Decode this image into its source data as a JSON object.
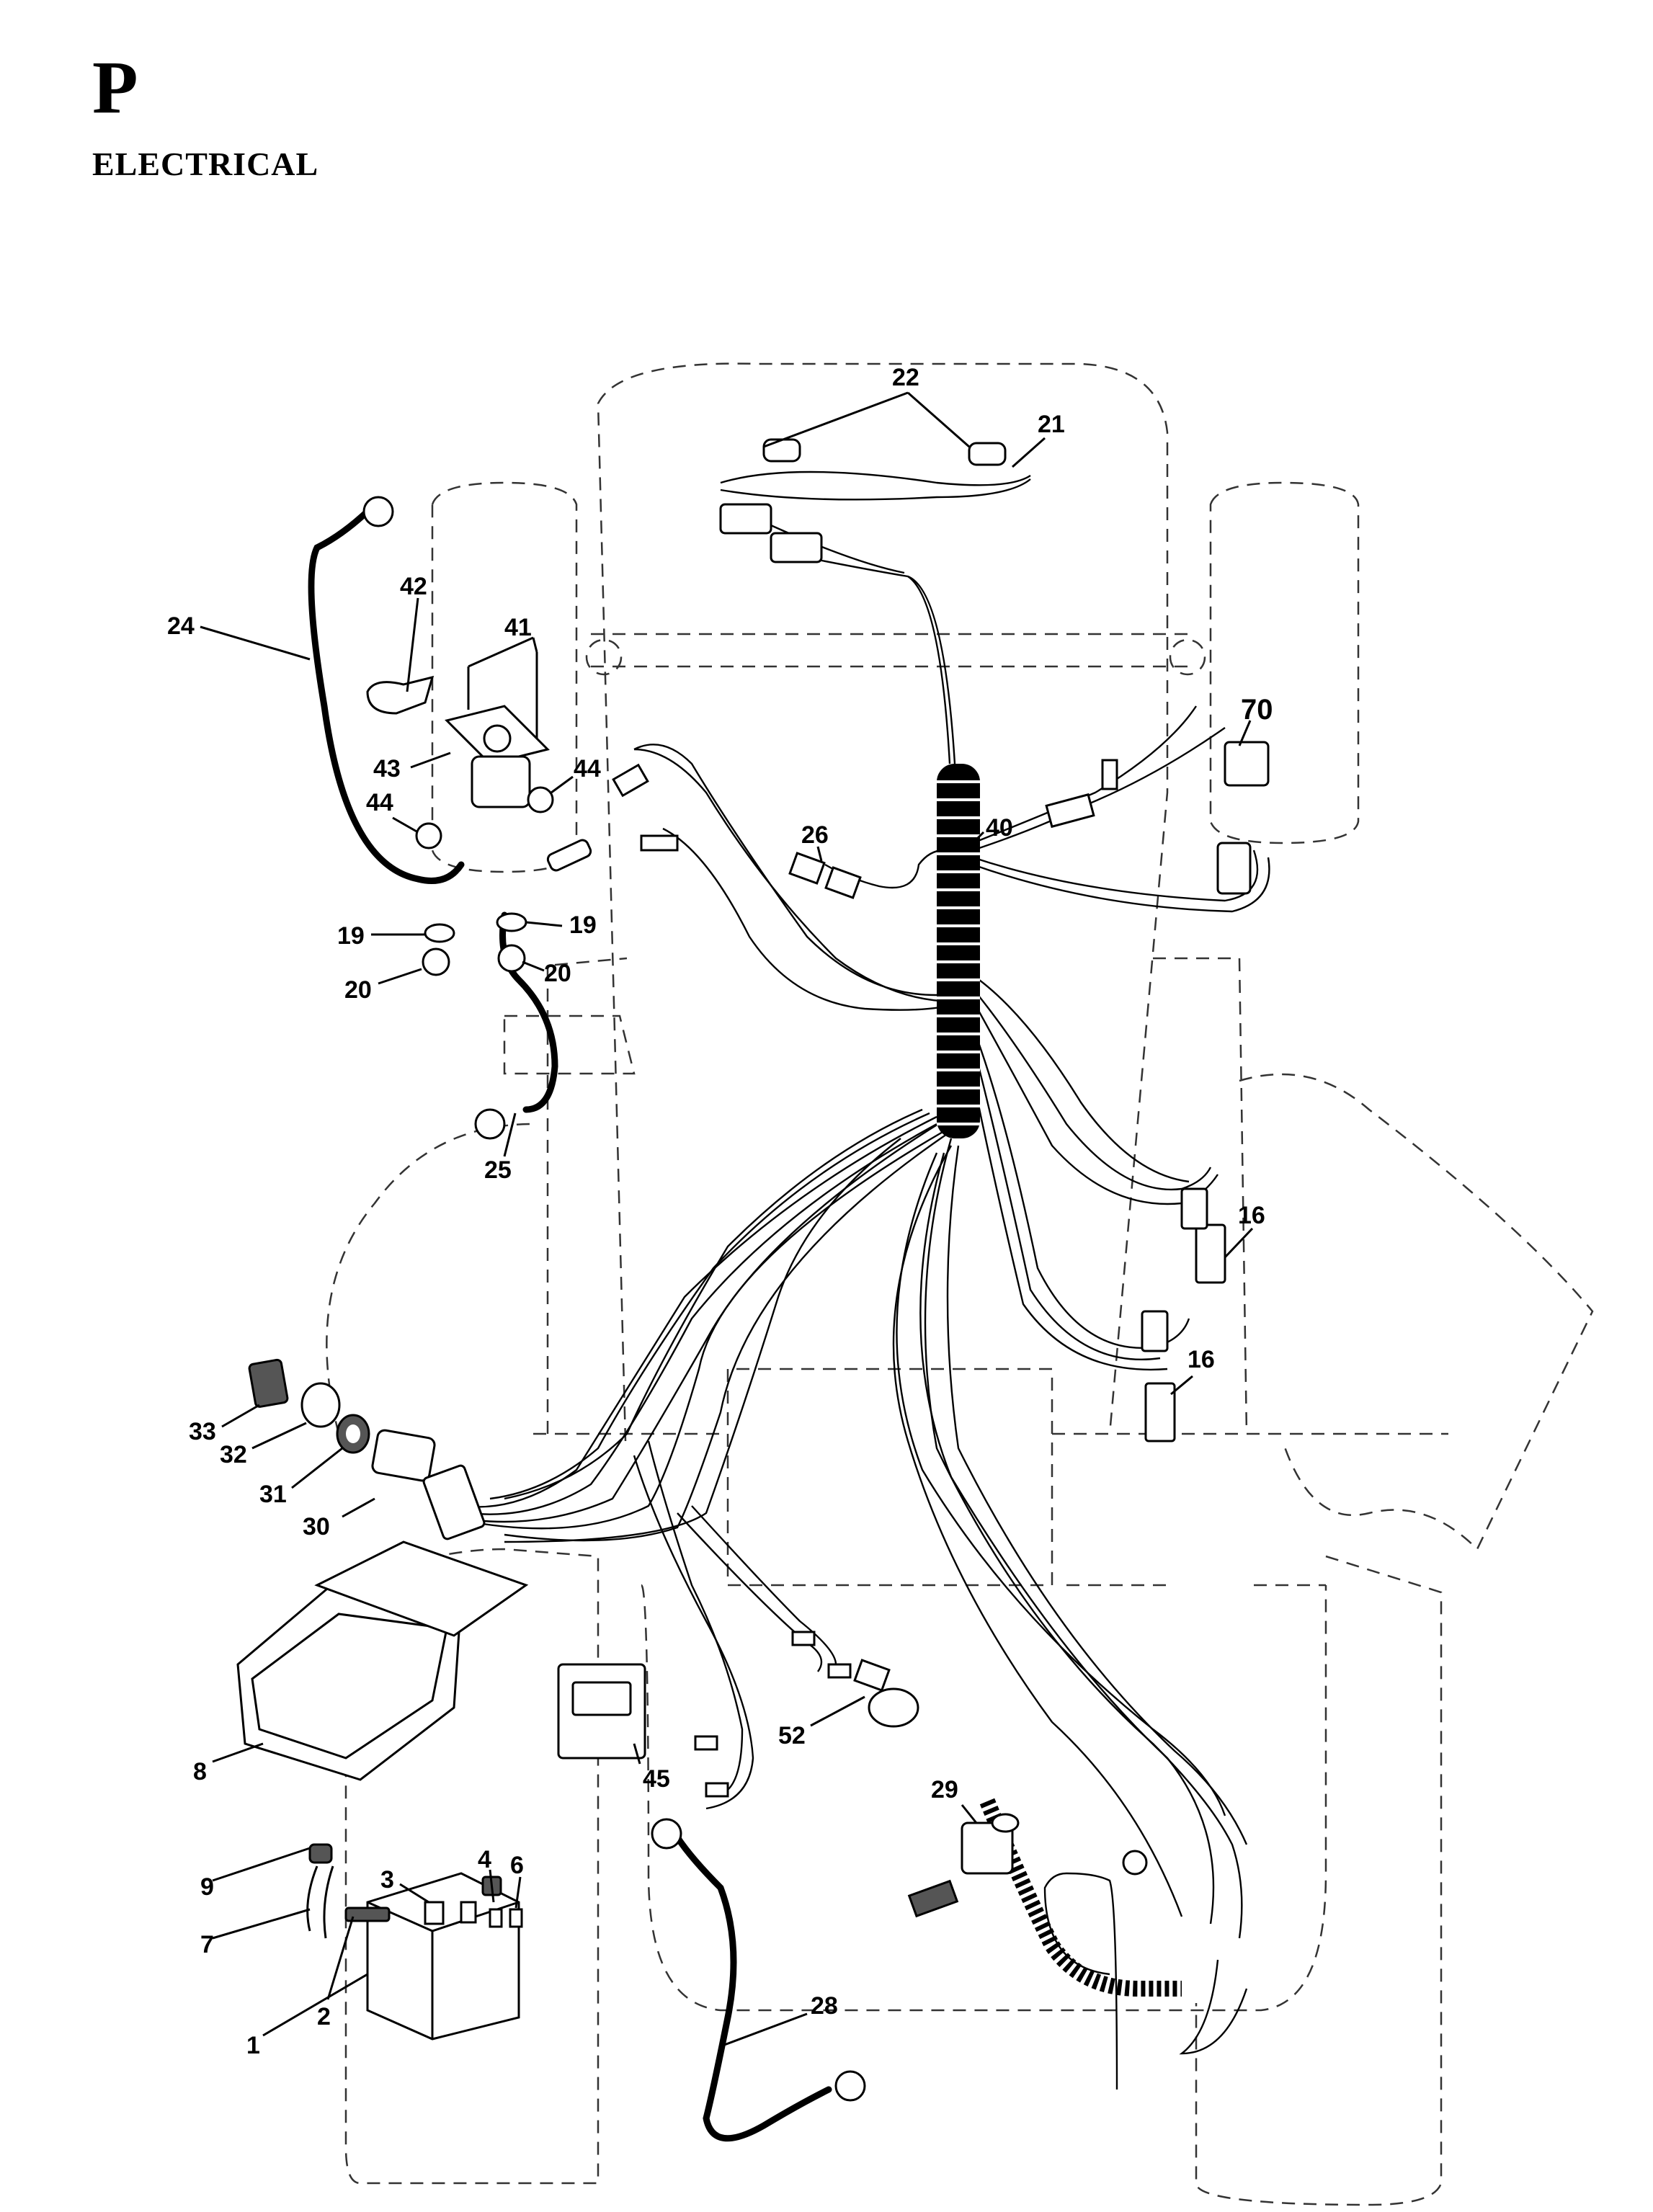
{
  "header": {
    "section": "P",
    "title": "ELECTRICAL"
  },
  "callouts": [
    {
      "id": "c1",
      "label": "1"
    },
    {
      "id": "c2",
      "label": "2"
    },
    {
      "id": "c3",
      "label": "3"
    },
    {
      "id": "c4",
      "label": "4"
    },
    {
      "id": "c6",
      "label": "6"
    },
    {
      "id": "c7",
      "label": "7"
    },
    {
      "id": "c8",
      "label": "8"
    },
    {
      "id": "c9",
      "label": "9"
    },
    {
      "id": "c16a",
      "label": "16"
    },
    {
      "id": "c16b",
      "label": "16"
    },
    {
      "id": "c19a",
      "label": "19"
    },
    {
      "id": "c19b",
      "label": "19"
    },
    {
      "id": "c20a",
      "label": "20"
    },
    {
      "id": "c20b",
      "label": "20"
    },
    {
      "id": "c21",
      "label": "21"
    },
    {
      "id": "c22",
      "label": "22"
    },
    {
      "id": "c24",
      "label": "24"
    },
    {
      "id": "c25",
      "label": "25"
    },
    {
      "id": "c26",
      "label": "26"
    },
    {
      "id": "c28",
      "label": "28"
    },
    {
      "id": "c29",
      "label": "29"
    },
    {
      "id": "c30",
      "label": "30"
    },
    {
      "id": "c31",
      "label": "31"
    },
    {
      "id": "c32",
      "label": "32"
    },
    {
      "id": "c33",
      "label": "33"
    },
    {
      "id": "c40",
      "label": "40"
    },
    {
      "id": "c41",
      "label": "41"
    },
    {
      "id": "c42",
      "label": "42"
    },
    {
      "id": "c43",
      "label": "43"
    },
    {
      "id": "c44a",
      "label": "44"
    },
    {
      "id": "c44b",
      "label": "44"
    },
    {
      "id": "c45",
      "label": "45"
    },
    {
      "id": "c52",
      "label": "52"
    },
    {
      "id": "c70",
      "label": "70"
    }
  ]
}
